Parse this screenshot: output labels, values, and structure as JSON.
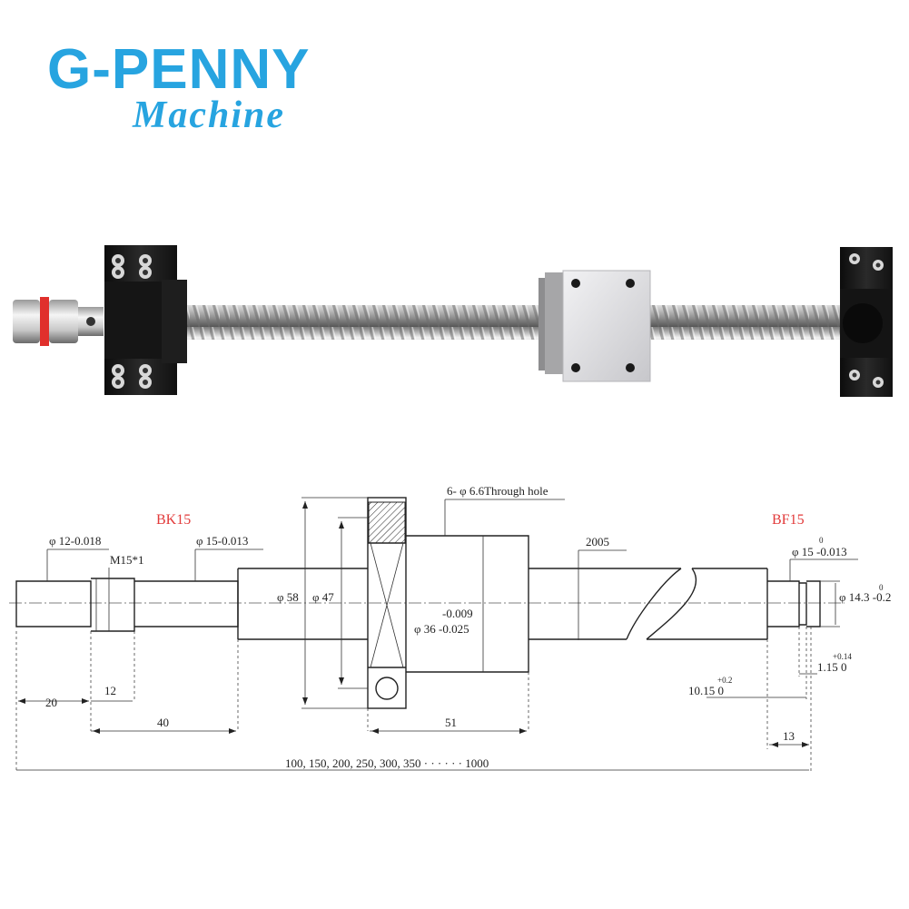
{
  "brand": {
    "name": "G-PENNY",
    "tagline": "Machine"
  },
  "product": {
    "parts": [
      "coupling",
      "bk15-support",
      "ball-screw",
      "ball-nut-housing",
      "bf15-support"
    ],
    "colors": {
      "brand": "#27a4e0",
      "support_block": "#1a1a1a",
      "nut_housing": "#d9d9dc",
      "coupling_red": "#e0302c"
    }
  },
  "drawing": {
    "bk_label": "BK15",
    "bf_label": "BF15",
    "dims": {
      "d_phi12": "φ 12-0.018",
      "d_m15": "M15*1",
      "d_phi15_left": "φ 15-0.013",
      "d_holes": "6- φ 6.6Through hole",
      "d_model": "2005",
      "d_phi58": "φ 58",
      "d_phi47": "φ 47",
      "d_tol_top": "-0.009",
      "d_phi36": "φ 36 -0.025",
      "d_phi15_right": "φ 15 -0.013",
      "d_phi15_right_sup": "0",
      "d_phi143": "φ 14.3 -0.2",
      "d_phi143_sup": "0",
      "d_115": "1.15 0",
      "d_115_sup": "+0.14",
      "d_1015": "10.15 0",
      "d_1015_sup": "+0.2",
      "d_20": "20",
      "d_12": "12",
      "d_40": "40",
      "d_51": "51",
      "d_13": "13",
      "d_lengths": "100, 150, 200, 250, 300, 350 · · · · · · 1000"
    }
  }
}
